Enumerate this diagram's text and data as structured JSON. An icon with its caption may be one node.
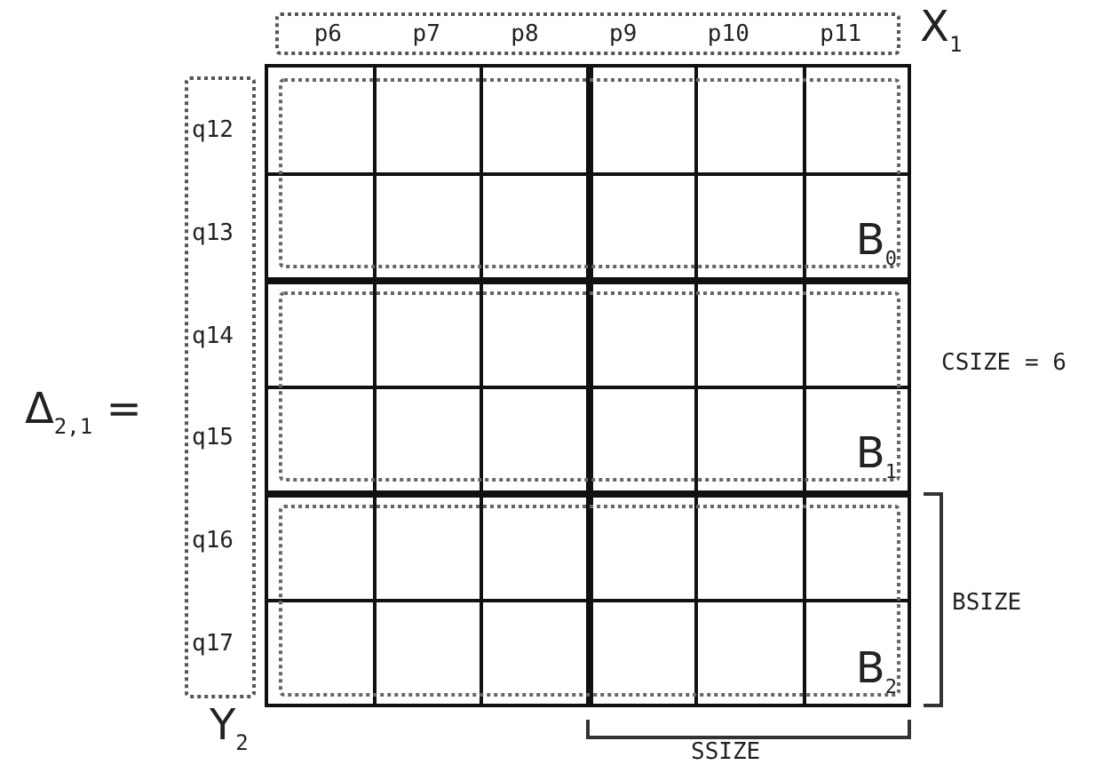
{
  "diagram": {
    "nodes": [
      {
        "text": [
          "p6",
          "p7",
          "p8",
          "p9",
          "p10",
          "p11"
        ],
        "beside": [
          "X$_{1}$"
        ]
      },
      {
        "text": [
          "q12",
          "q13",
          "q14",
          "q15",
          "q16",
          "q17"
        ],
        "beside": [
          "Y$_{2}$"
        ]
      },
      {
        "text": [],
        "shape": "box"
      },
      {
        "text": [
          "B$_{0}$"
        ],
        "in": 2
      },
      {
        "text": [
          "B$_{1}$"
        ],
        "in": 2
      },
      {
        "text": [
          "B$_{2}$"
        ],
        "in": 2
      }
    ],
    "labels": [
      "Δ$_{2,1}$ =",
      "CSIZE = 6",
      "BSIZE",
      "SSIZE"
    ]
  }
}
